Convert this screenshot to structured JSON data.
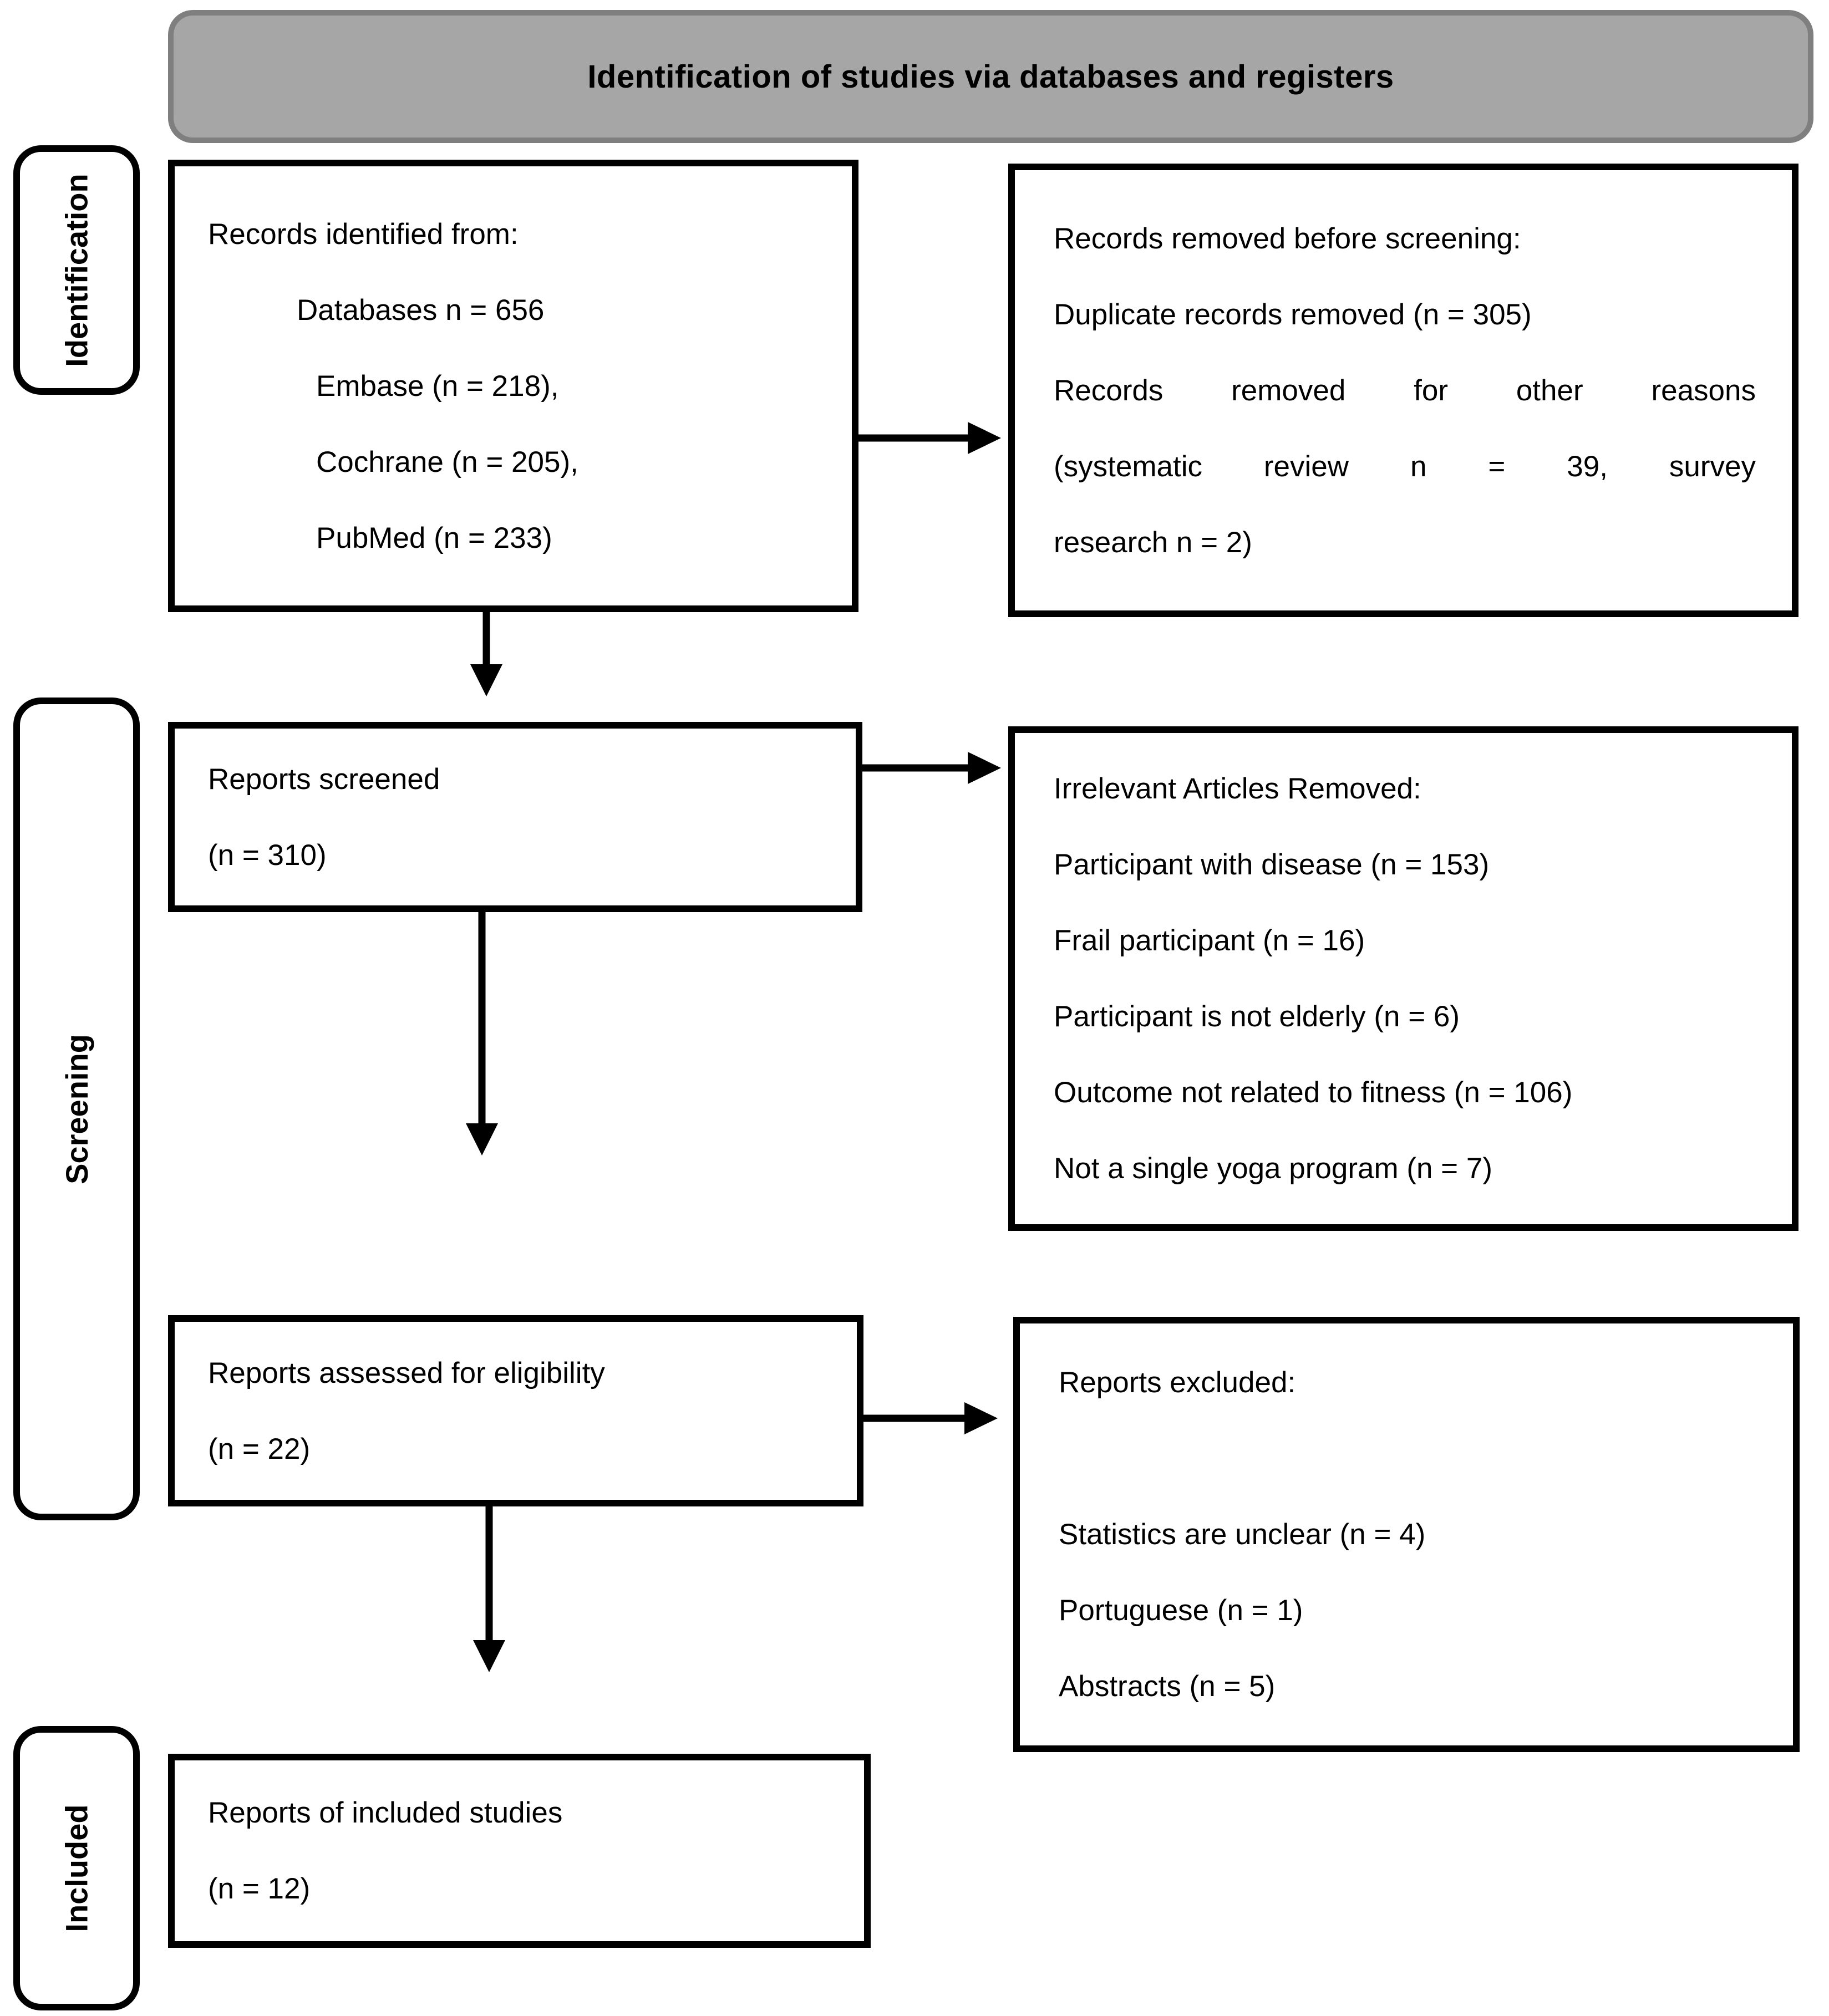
{
  "header": {
    "title": "Identification of studies via databases and registers"
  },
  "stages": [
    {
      "label": "Identification"
    },
    {
      "label": "Screening"
    },
    {
      "label": "Included"
    }
  ],
  "boxes": {
    "records_identified": {
      "lines": [
        "Records identified from:",
        "Databases n = 656",
        "Embase (n = 218),",
        "Cochrane (n = 205),",
        "PubMed (n = 233)"
      ]
    },
    "records_removed": {
      "lines": [
        "Records removed before screening:",
        "Duplicate records removed (n = 305)",
        "Records removed for other reasons",
        "(systematic review n = 39, survey",
        "research n = 2)"
      ]
    },
    "reports_screened": {
      "lines": [
        "Reports screened",
        "(n = 310)"
      ]
    },
    "irrelevant_removed": {
      "lines": [
        "Irrelevant Articles Removed:",
        "Participant with disease (n = 153)",
        "Frail participant (n = 16)",
        "Participant is not elderly (n = 6)",
        "Outcome not related to fitness (n = 106)",
        "Not a single yoga program (n = 7)"
      ]
    },
    "reports_assessed": {
      "lines": [
        "Reports assessed for eligibility",
        "(n = 22)"
      ]
    },
    "reports_excluded": {
      "lines": [
        "Reports excluded:",
        "",
        "Statistics are unclear (n = 4)",
        "Portuguese (n = 1)",
        "Abstracts (n = 5)"
      ]
    },
    "reports_included": {
      "lines": [
        "Reports of included studies",
        "(n = 12)"
      ]
    }
  },
  "colors": {
    "header_fill": "#a6a6a6",
    "header_border": "#7f7f7f",
    "box_border": "#000000",
    "text": "#000000",
    "background": "#ffffff"
  }
}
